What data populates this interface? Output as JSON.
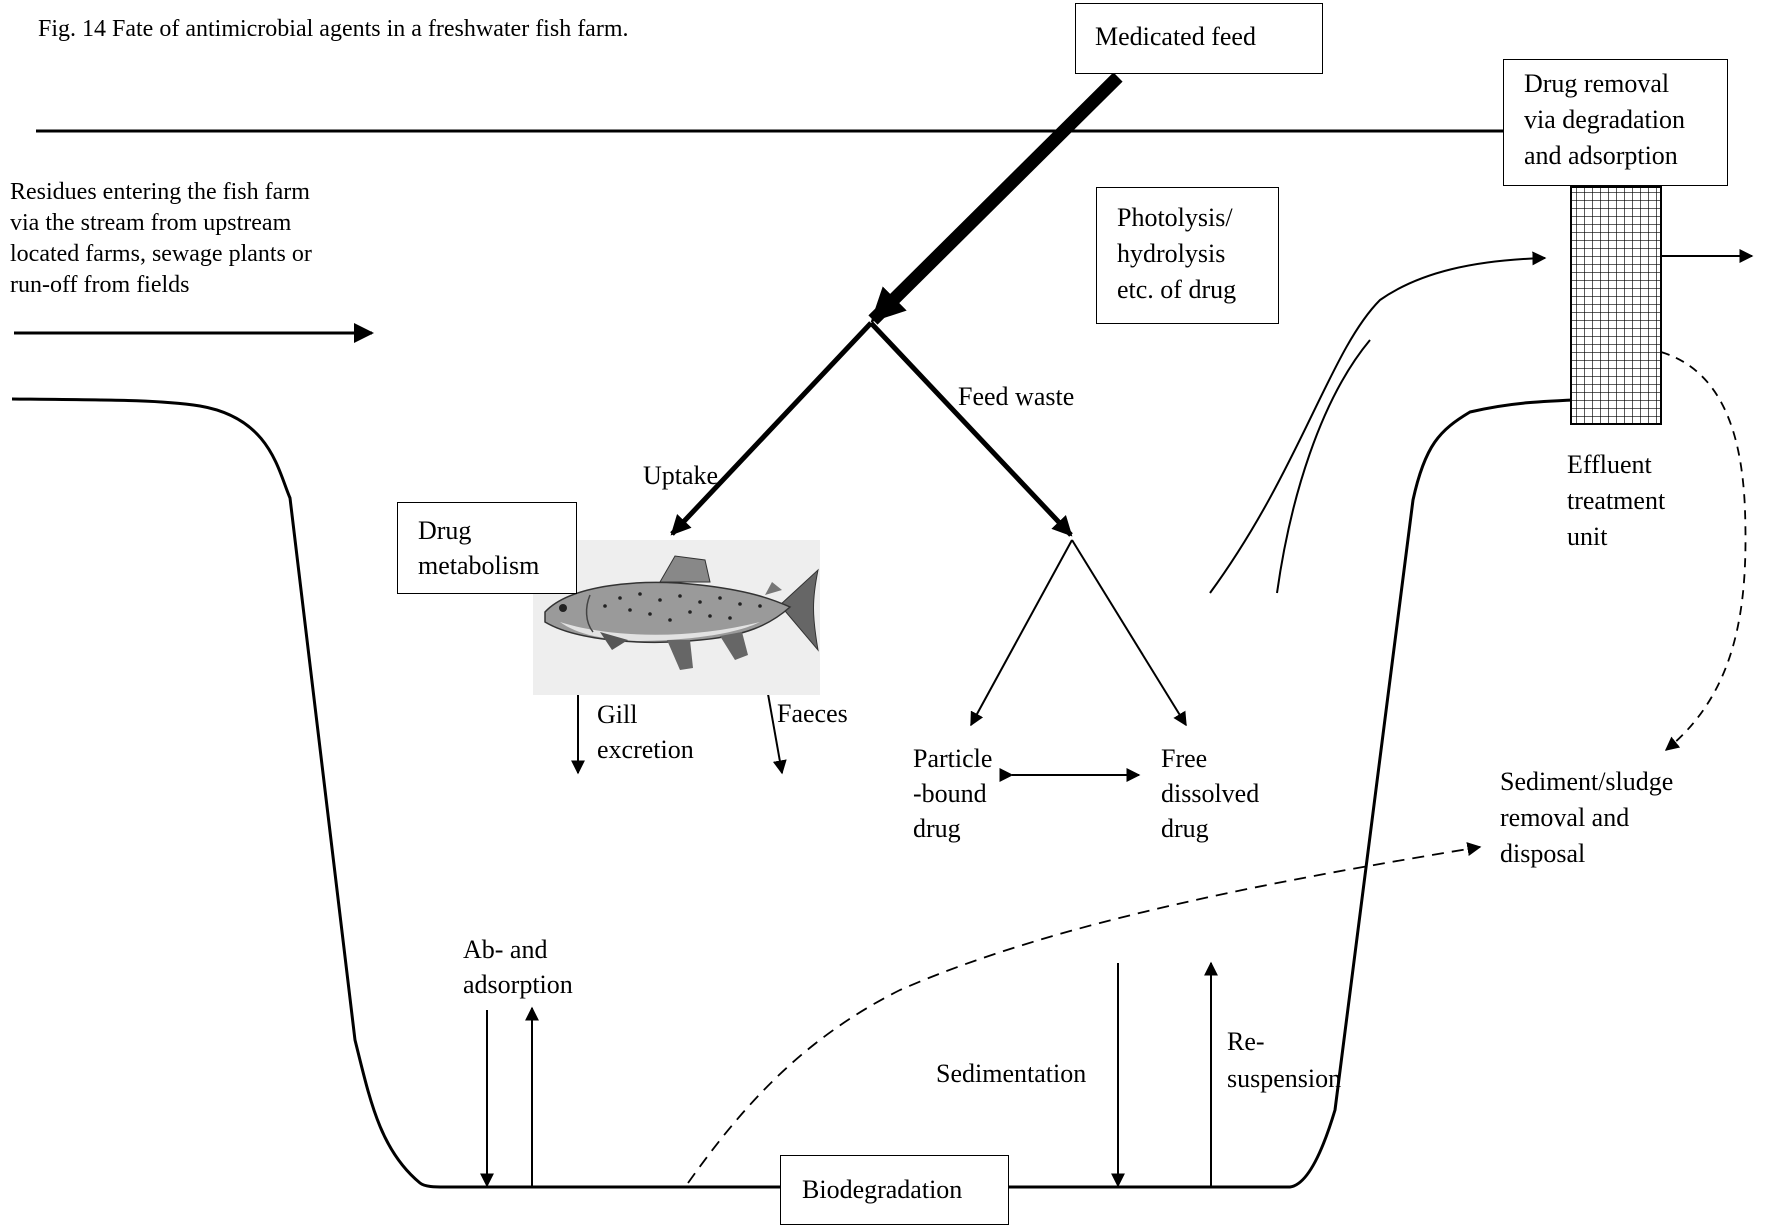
{
  "figure": {
    "caption": "Fig. 14 Fate of antimicrobial agents in a freshwater fish farm."
  },
  "inflow": {
    "text": "Residues entering the fish farm\nvia the stream from upstream\nlocated farms, sewage plants or\nrun-off from fields"
  },
  "boxes": {
    "medicated_feed": "Medicated feed",
    "drug_removal": "Drug removal\nvia degradation\nand adsorption",
    "photolysis": "Photolysis/\nhydrolysis\netc. of drug",
    "drug_metabolism": "Drug\nmetabolism",
    "biodegradation": "Biodegradation"
  },
  "labels": {
    "feed_waste": "Feed waste",
    "uptake": "Uptake",
    "gill_excretion": "Gill\nexcretion",
    "faeces": "Faeces",
    "particle_bound": "Particle\n-bound\ndrug",
    "free_dissolved": "Free\ndissolved\ndrug",
    "effluent_unit": "Effluent\ntreatment\nunit",
    "sediment_removal": "Sediment/sludge\nremoval and\ndisposal",
    "ab_adsorption": "Ab- and\nadsorption",
    "sedimentation": "Sedimentation",
    "resuspension": "Re-\nsuspension"
  },
  "icons": {
    "fish": "trout-illustration"
  }
}
